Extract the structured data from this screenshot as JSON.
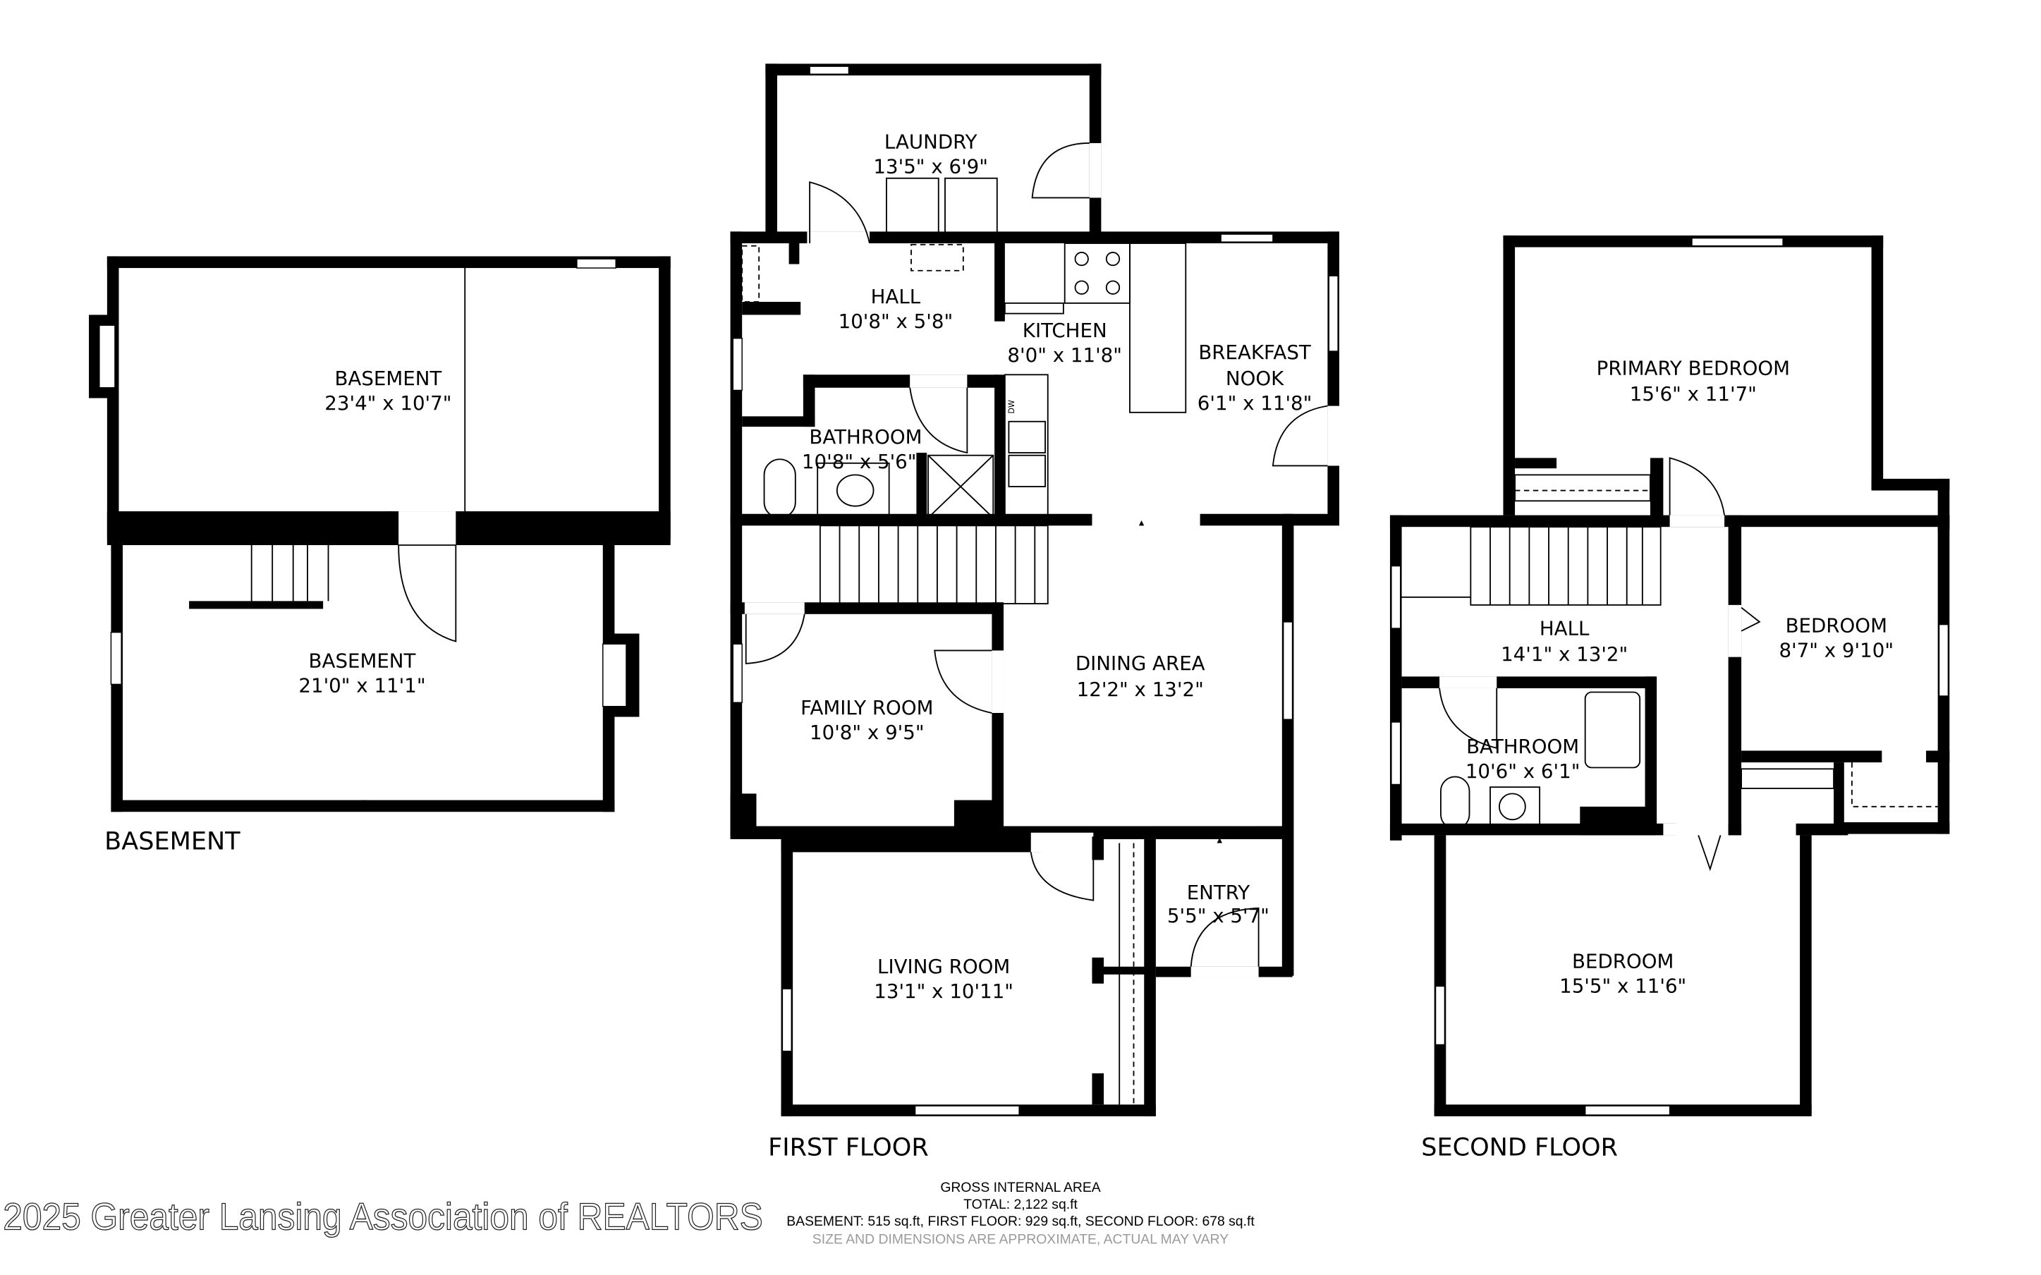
{
  "floors": {
    "basement": {
      "title": "BASEMENT",
      "rooms": [
        {
          "name": "BASEMENT",
          "dims": "23'4\" x 10'7\""
        },
        {
          "name": "BASEMENT",
          "dims": "21'0\" x 11'1\""
        }
      ]
    },
    "first_floor": {
      "title": "FIRST FLOOR",
      "rooms": [
        {
          "name": "LAUNDRY",
          "dims": "13'5\" x 6'9\""
        },
        {
          "name": "HALL",
          "dims": "10'8\" x 5'8\""
        },
        {
          "name": "KITCHEN",
          "dims": "8'0\" x 11'8\""
        },
        {
          "name": "BREAKFAST",
          "name2": "NOOK",
          "dims": "6'1\" x 11'8\""
        },
        {
          "name": "BATHROOM",
          "dims": "10'8\" x 5'6\""
        },
        {
          "name": "FAMILY ROOM",
          "dims": "10'8\" x 9'5\""
        },
        {
          "name": "DINING AREA",
          "dims": "12'2\" x 13'2\""
        },
        {
          "name": "ENTRY",
          "dims": "5'5\" x 5'7\""
        },
        {
          "name": "LIVING ROOM",
          "dims": "13'1\" x 10'11\""
        }
      ],
      "appliance_labels": {
        "dishwasher": "DW"
      }
    },
    "second_floor": {
      "title": "SECOND FLOOR",
      "rooms": [
        {
          "name": "PRIMARY BEDROOM",
          "dims": "15'6\" x 11'7\""
        },
        {
          "name": "HALL",
          "dims": "14'1\" x 13'2\""
        },
        {
          "name": "BEDROOM",
          "dims": "8'7\" x 9'10\""
        },
        {
          "name": "BATHROOM",
          "dims": "10'6\" x 6'1\""
        },
        {
          "name": "BEDROOM",
          "dims": "15'5\" x 11'6\""
        }
      ]
    }
  },
  "area_summary": {
    "heading": "GROSS INTERNAL AREA",
    "total": "TOTAL: 2,122 sq.ft",
    "breakdown": "BASEMENT: 515 sq.ft, FIRST FLOOR: 929 sq.ft, SECOND FLOOR: 678 sq.ft",
    "disclaimer": "SIZE AND DIMENSIONS ARE APPROXIMATE, ACTUAL MAY VARY"
  },
  "watermark": "2025 Greater Lansing Association of REALTORS"
}
